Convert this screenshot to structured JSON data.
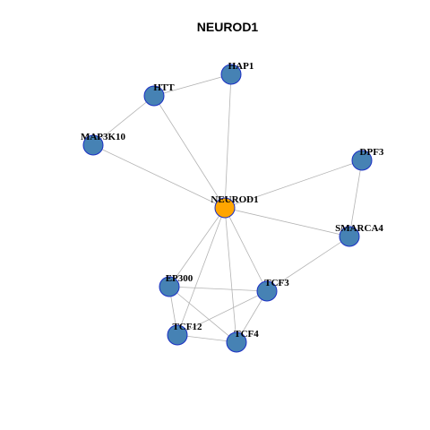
{
  "title": "NEUROD1",
  "colors": {
    "center_node": "#ffa500",
    "node": "#4682b4",
    "node_border": "#1a2fc4",
    "edge": "#b3b3b3"
  },
  "nodes": [
    {
      "id": "NEUROD1",
      "label": "NEUROD1",
      "center": true
    },
    {
      "id": "HAP1",
      "label": "HAP1"
    },
    {
      "id": "HTT",
      "label": "HTT"
    },
    {
      "id": "MAP3K10",
      "label": "MAP3K10"
    },
    {
      "id": "DPF3",
      "label": "DPF3"
    },
    {
      "id": "SMARCA4",
      "label": "SMARCA4"
    },
    {
      "id": "EP300",
      "label": "EP300"
    },
    {
      "id": "TCF3",
      "label": "TCF3"
    },
    {
      "id": "TCF12",
      "label": "TCF12"
    },
    {
      "id": "TCF4",
      "label": "TCF4"
    }
  ],
  "edges": [
    [
      "HAP1",
      "HTT"
    ],
    [
      "HAP1",
      "NEUROD1"
    ],
    [
      "HTT",
      "MAP3K10"
    ],
    [
      "HTT",
      "NEUROD1"
    ],
    [
      "MAP3K10",
      "NEUROD1"
    ],
    [
      "DPF3",
      "NEUROD1"
    ],
    [
      "DPF3",
      "SMARCA4"
    ],
    [
      "NEUROD1",
      "SMARCA4"
    ],
    [
      "NEUROD1",
      "EP300"
    ],
    [
      "NEUROD1",
      "TCF3"
    ],
    [
      "NEUROD1",
      "TCF12"
    ],
    [
      "NEUROD1",
      "TCF4"
    ],
    [
      "SMARCA4",
      "TCF3"
    ],
    [
      "EP300",
      "TCF3"
    ],
    [
      "EP300",
      "TCF12"
    ],
    [
      "EP300",
      "TCF4"
    ],
    [
      "TCF3",
      "TCF12"
    ],
    [
      "TCF3",
      "TCF4"
    ],
    [
      "TCF12",
      "TCF4"
    ]
  ]
}
